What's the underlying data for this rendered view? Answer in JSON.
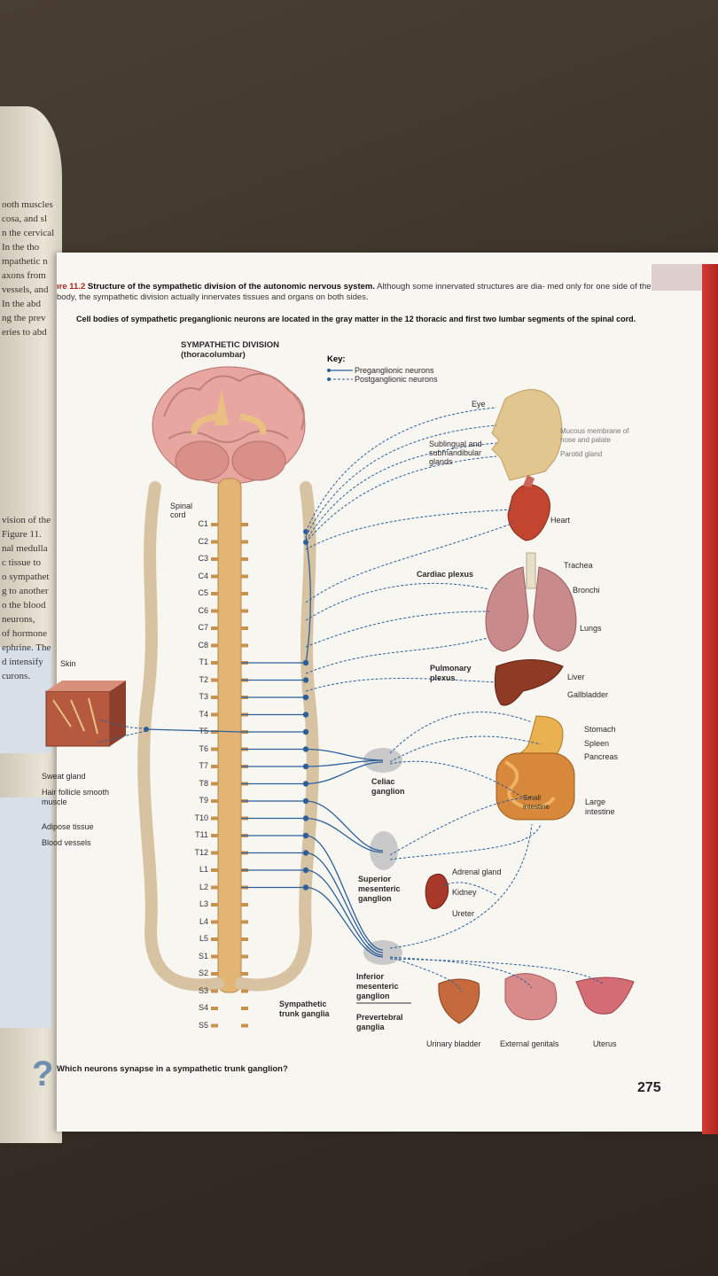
{
  "caption": {
    "figure_label": "ıre 11.2",
    "title": "Structure of the sympathetic division of the autonomic nervous system.",
    "body": "Although some innervated structures are dia- med only for one side of the body, the sympathetic division actually innervates tissues and organs on both sides.",
    "note": "Cell bodies of sympathetic preganglionic neurons are located in the gray matter in the 12 thoracic and first two lumbar segments of the spinal cord."
  },
  "diagram": {
    "division_title": "SYMPATHETIC DIVISION",
    "division_subtitle": "(thoracolumbar)",
    "spinal_cord_label": "Spinal cord",
    "key": {
      "title": "Key:",
      "preganglionic": "Preganglionic neurons",
      "postganglionic": "Postganglionic neurons"
    },
    "segments": [
      "C1",
      "C2",
      "C3",
      "C4",
      "C5",
      "C6",
      "C7",
      "C8",
      "T1",
      "T2",
      "T3",
      "T4",
      "T5",
      "T6",
      "T7",
      "T8",
      "T9",
      "T10",
      "T11",
      "T12",
      "L1",
      "L2",
      "L3",
      "L4",
      "L5",
      "S1",
      "S2",
      "S3",
      "S4",
      "S5"
    ],
    "left_labels": {
      "skin": "Skin",
      "sweat_gland": "Sweat gland",
      "hair_follicle": "Hair follicle smooth muscle",
      "adipose": "Adipose tissue",
      "blood_vessels": "Blood vessels"
    },
    "ganglia": {
      "trunk": "Sympathetic trunk ganglia",
      "cardiac": "Cardiac plexus",
      "pulmonary": "Pulmonary plexus",
      "celiac": "Celiac ganglion",
      "superior_mesenteric": "Superior mesenteric ganglion",
      "inferior_mesenteric": "Inferior mesenteric ganglion",
      "prevertebral": "Prevertebral ganglia"
    },
    "organs": {
      "eye": "Eye",
      "mucous": "Mucous membrane of nose and palate",
      "parotid": "Parotid gland",
      "sublingual": "Sublingual and submandibular glands",
      "heart": "Heart",
      "trachea": "Trachea",
      "bronchi": "Bronchi",
      "lungs": "Lungs",
      "liver": "Liver",
      "gallbladder": "Gallbladder",
      "stomach": "Stomach",
      "spleen": "Spleen",
      "pancreas": "Pancreas",
      "small_intestine": "Small intestine",
      "large_intestine": "Large intestine",
      "adrenal": "Adrenal gland",
      "kidney": "Kidney",
      "ureter": "Ureter",
      "bladder": "Urinary bladder",
      "genitals": "External genitals",
      "uterus": "Uterus"
    }
  },
  "question": "Which neurons synapse in a sympathetic trunk ganglion?",
  "page_number": "275",
  "left_page_lines": [
    "ooth muscles",
    "cosa, and sl",
    "n the cervical",
    "In the tho",
    "mpathetic n",
    "axons from",
    "vessels, and",
    "In the abd",
    "ng the prev",
    "eries to abd",
    "",
    "vision of the",
    "Figure 11.",
    "nal medulla",
    "c tissue to",
    "o sympathet",
    "g to another",
    "o the blood",
    "neurons,",
    "of hormone",
    "ephrine. The",
    "d intensify",
    "curons."
  ],
  "colors": {
    "nerve": "#2d5f9a",
    "cord": "#e3b575",
    "page": "#f7f6f1",
    "accent": "#b3231f"
  }
}
